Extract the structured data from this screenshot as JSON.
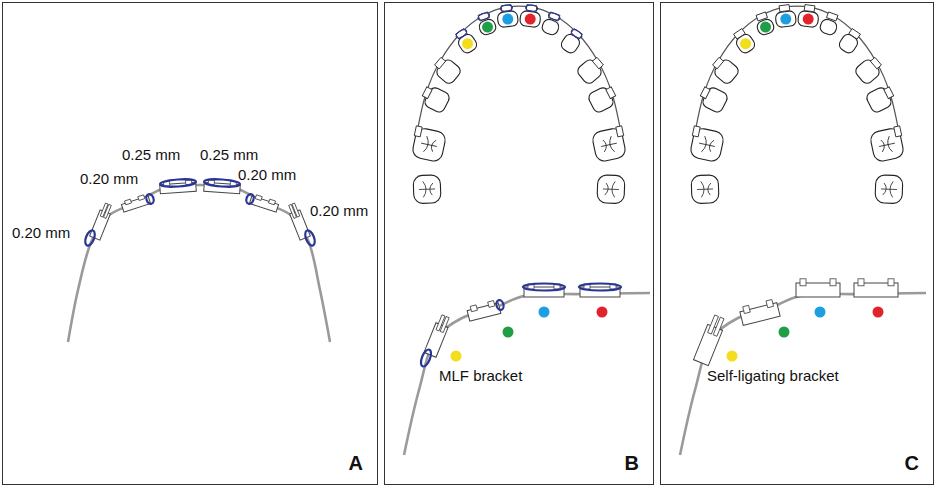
{
  "diagram": {
    "nodes": [
      {
        "text": [
          "A"
        ]
      },
      {
        "text": [
          "MLF bracket",
          "B"
        ]
      },
      {
        "text": [
          "Self-ligating bracket",
          "C"
        ]
      }
    ],
    "labels": [
      "0.25 mm",
      "0.25 mm",
      "0.20 mm",
      "0.20 mm",
      "0.20 mm",
      "0.20 mm"
    ]
  }
}
